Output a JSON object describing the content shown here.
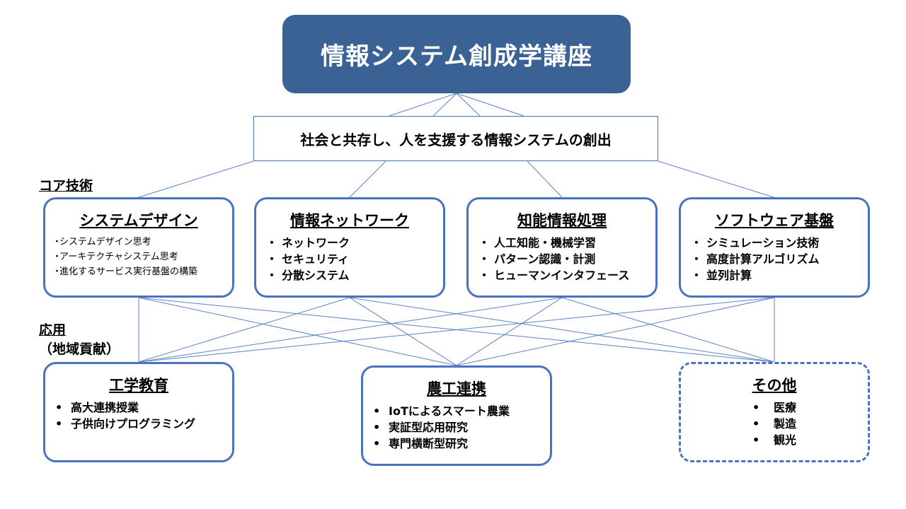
{
  "title": "情報システム創成学講座",
  "mission": "社会と共存し、人を支援する情報システムの創出",
  "labels": {
    "core": "コア技術",
    "application": "応用",
    "application_sub": "（地域貢献）"
  },
  "core_boxes": [
    {
      "title": "システムデザイン",
      "bullet": "・",
      "items": [
        "システムデザイン思考",
        "アーキテクチャシステム思考",
        "進化するサービス実行基盤の構築"
      ]
    },
    {
      "title": "情報ネットワーク",
      "bullet": "・",
      "items": [
        "ネットワーク",
        "セキュリティ",
        "分散システム"
      ]
    },
    {
      "title": "知能情報処理",
      "bullet": "・",
      "items": [
        "人工知能・機械学習",
        "パターン認識・計測",
        "ヒューマンインタフェース"
      ]
    },
    {
      "title": "ソフトウェア基盤",
      "bullet": "・",
      "items": [
        "シミュレーション技術",
        "高度計算アルゴリズム",
        "並列計算"
      ]
    }
  ],
  "app_boxes": [
    {
      "title": "工学教育",
      "bullet": "•",
      "items": [
        "高大連携授業",
        "子供向けプログラミング"
      ]
    },
    {
      "title": "農工連携",
      "bullet": "•",
      "items": [
        "IoTによるスマート農業",
        "実証型応用研究",
        "専門横断型研究"
      ]
    },
    {
      "title": "その他",
      "bullet": "•",
      "items": [
        "医療",
        "製造",
        "観光"
      ]
    }
  ],
  "colors": {
    "title_bg": "#3a6295",
    "box_border": "#4a72c0",
    "line": "#5b82c4"
  }
}
